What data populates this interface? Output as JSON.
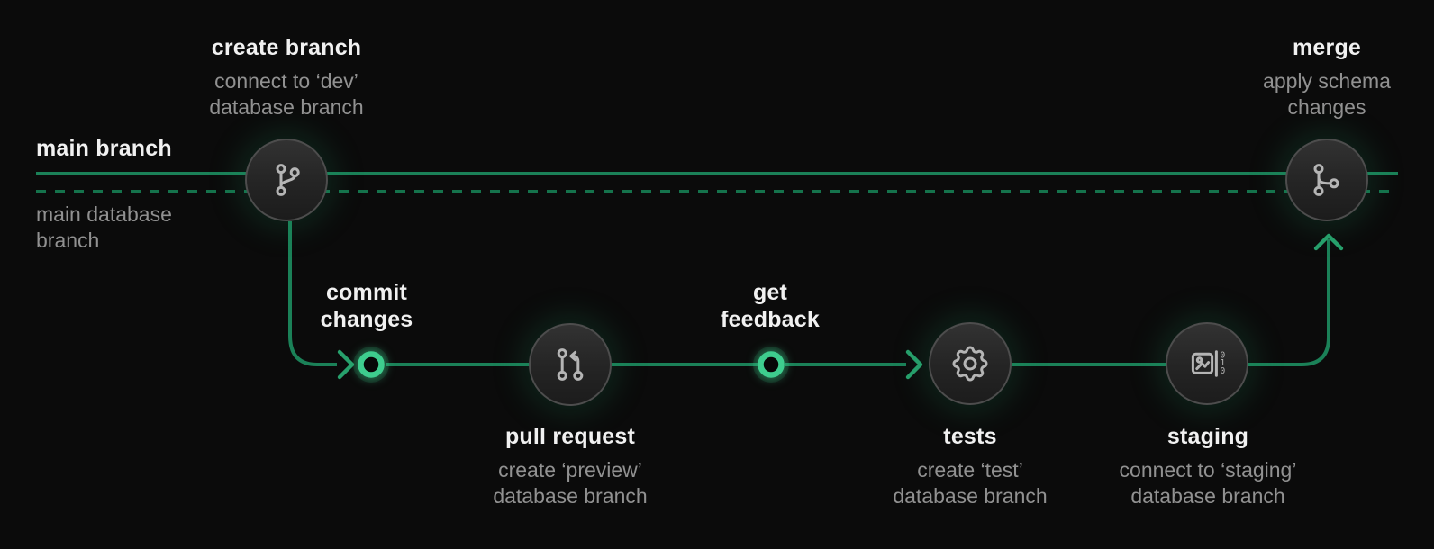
{
  "colors": {
    "background": "#0b0b0b",
    "branch_line_green": "#1b8158",
    "database_line_green": "#15734c",
    "arrow_green": "#27a06c",
    "commit_ring_green": "#3ecd8e",
    "node_fill": "#2a2a2a",
    "node_border": "#4d4d4d",
    "icon_stroke": "#b5b5b5",
    "title_text": "#f1f1f1",
    "subtitle_text": "#919191"
  },
  "lanes": {
    "main_branch_label": "main branch",
    "main_database_branch": [
      "main database",
      "branch"
    ]
  },
  "stages": {
    "create_branch": {
      "title": "create branch",
      "subtitle": [
        "connect to ‘dev’",
        "database branch"
      ],
      "icon": "git-branch-icon"
    },
    "commit_changes": {
      "title": [
        "commit",
        "changes"
      ],
      "icon": "commit-point-ring"
    },
    "pull_request": {
      "title": "pull request",
      "subtitle": [
        "create ‘preview’",
        "database branch"
      ],
      "icon": "git-pull-request-icon"
    },
    "get_feedback": {
      "title": [
        "get",
        "feedback"
      ],
      "icon": "commit-point-ring"
    },
    "tests": {
      "title": "tests",
      "subtitle": [
        "create ‘test’",
        "database branch"
      ],
      "icon": "gear-icon"
    },
    "staging": {
      "title": "staging",
      "subtitle": [
        "connect to ‘staging’",
        "database branch"
      ],
      "icon": "schema-diff-icon"
    },
    "merge": {
      "title": "merge",
      "subtitle": [
        "apply schema",
        "changes"
      ],
      "icon": "git-merge-icon"
    }
  }
}
